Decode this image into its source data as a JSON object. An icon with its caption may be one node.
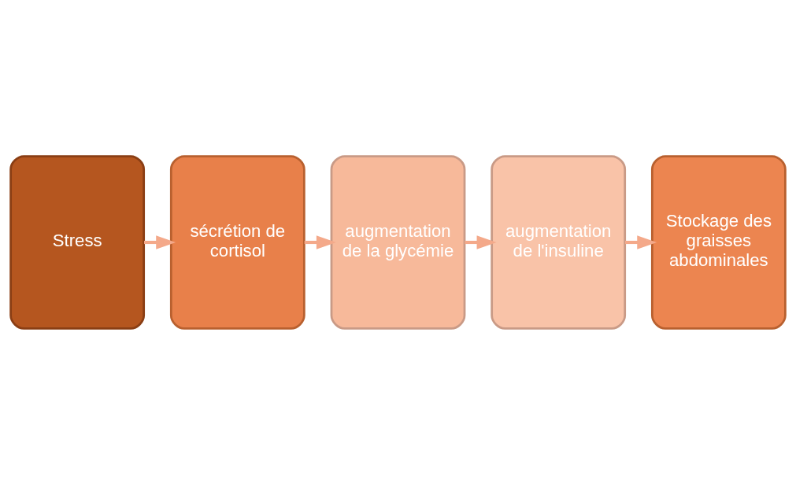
{
  "diagram": {
    "nodes": [
      {
        "text": [
          "Stress"
        ]
      },
      {
        "text": [
          "sécrétion de cortisol"
        ]
      },
      {
        "text": [
          "augmentation de la glycémie"
        ]
      },
      {
        "text": [
          "augmentation de l'insuline"
        ]
      },
      {
        "text": [
          "Stockage des graisses abdominales"
        ]
      }
    ],
    "edges": [
      {
        "from": 0,
        "to": 1,
        "arrow": "to"
      },
      {
        "from": 1,
        "to": 2,
        "arrow": "to"
      },
      {
        "from": 2,
        "to": 3,
        "arrow": "to"
      },
      {
        "from": 3,
        "to": 4,
        "arrow": "to"
      }
    ]
  }
}
